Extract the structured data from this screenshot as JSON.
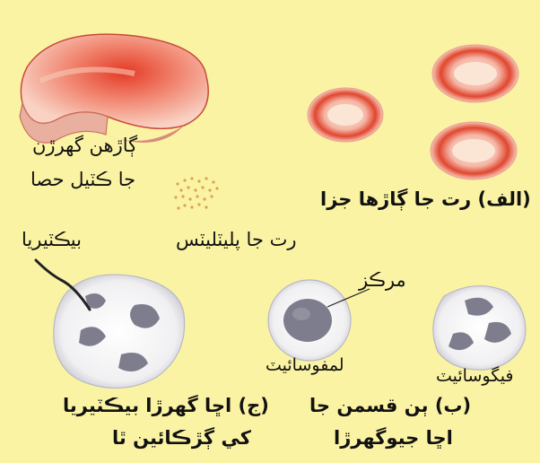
{
  "labels": {
    "rbc_piece_line1": "ڳاڙهن گهرڙن",
    "rbc_piece_line2": "جا ڪٽيل حصا",
    "rbc_caption": "(الف) رت جا ڳاڙها جزا",
    "platelets": "رت جا پليٽليٽس",
    "bacteria": "بيڪٽيريا",
    "nucleus": "مرڪز",
    "lymphocyte": "لمفوسائيٽ",
    "phagocyte": "فيگوسائيٽ",
    "wbc_caption_line1": "(ب) ٻن قسمن جا",
    "wbc_caption_line2": "اڇا جيوگهرڙا",
    "phago_caption_line1": "(ج) اڇا گهرڙا بيڪٽيريا",
    "phago_caption_line2": "کي ڳڙڪائين ٿا"
  },
  "colors": {
    "background": "#fbf3a4",
    "rbc_fill": "#f6b9a8",
    "rbc_center": "#d93a2a",
    "wbc_fill": "#f2f2f2",
    "wbc_nucleus": "#7d7d8d",
    "bacteria": "#222222"
  }
}
